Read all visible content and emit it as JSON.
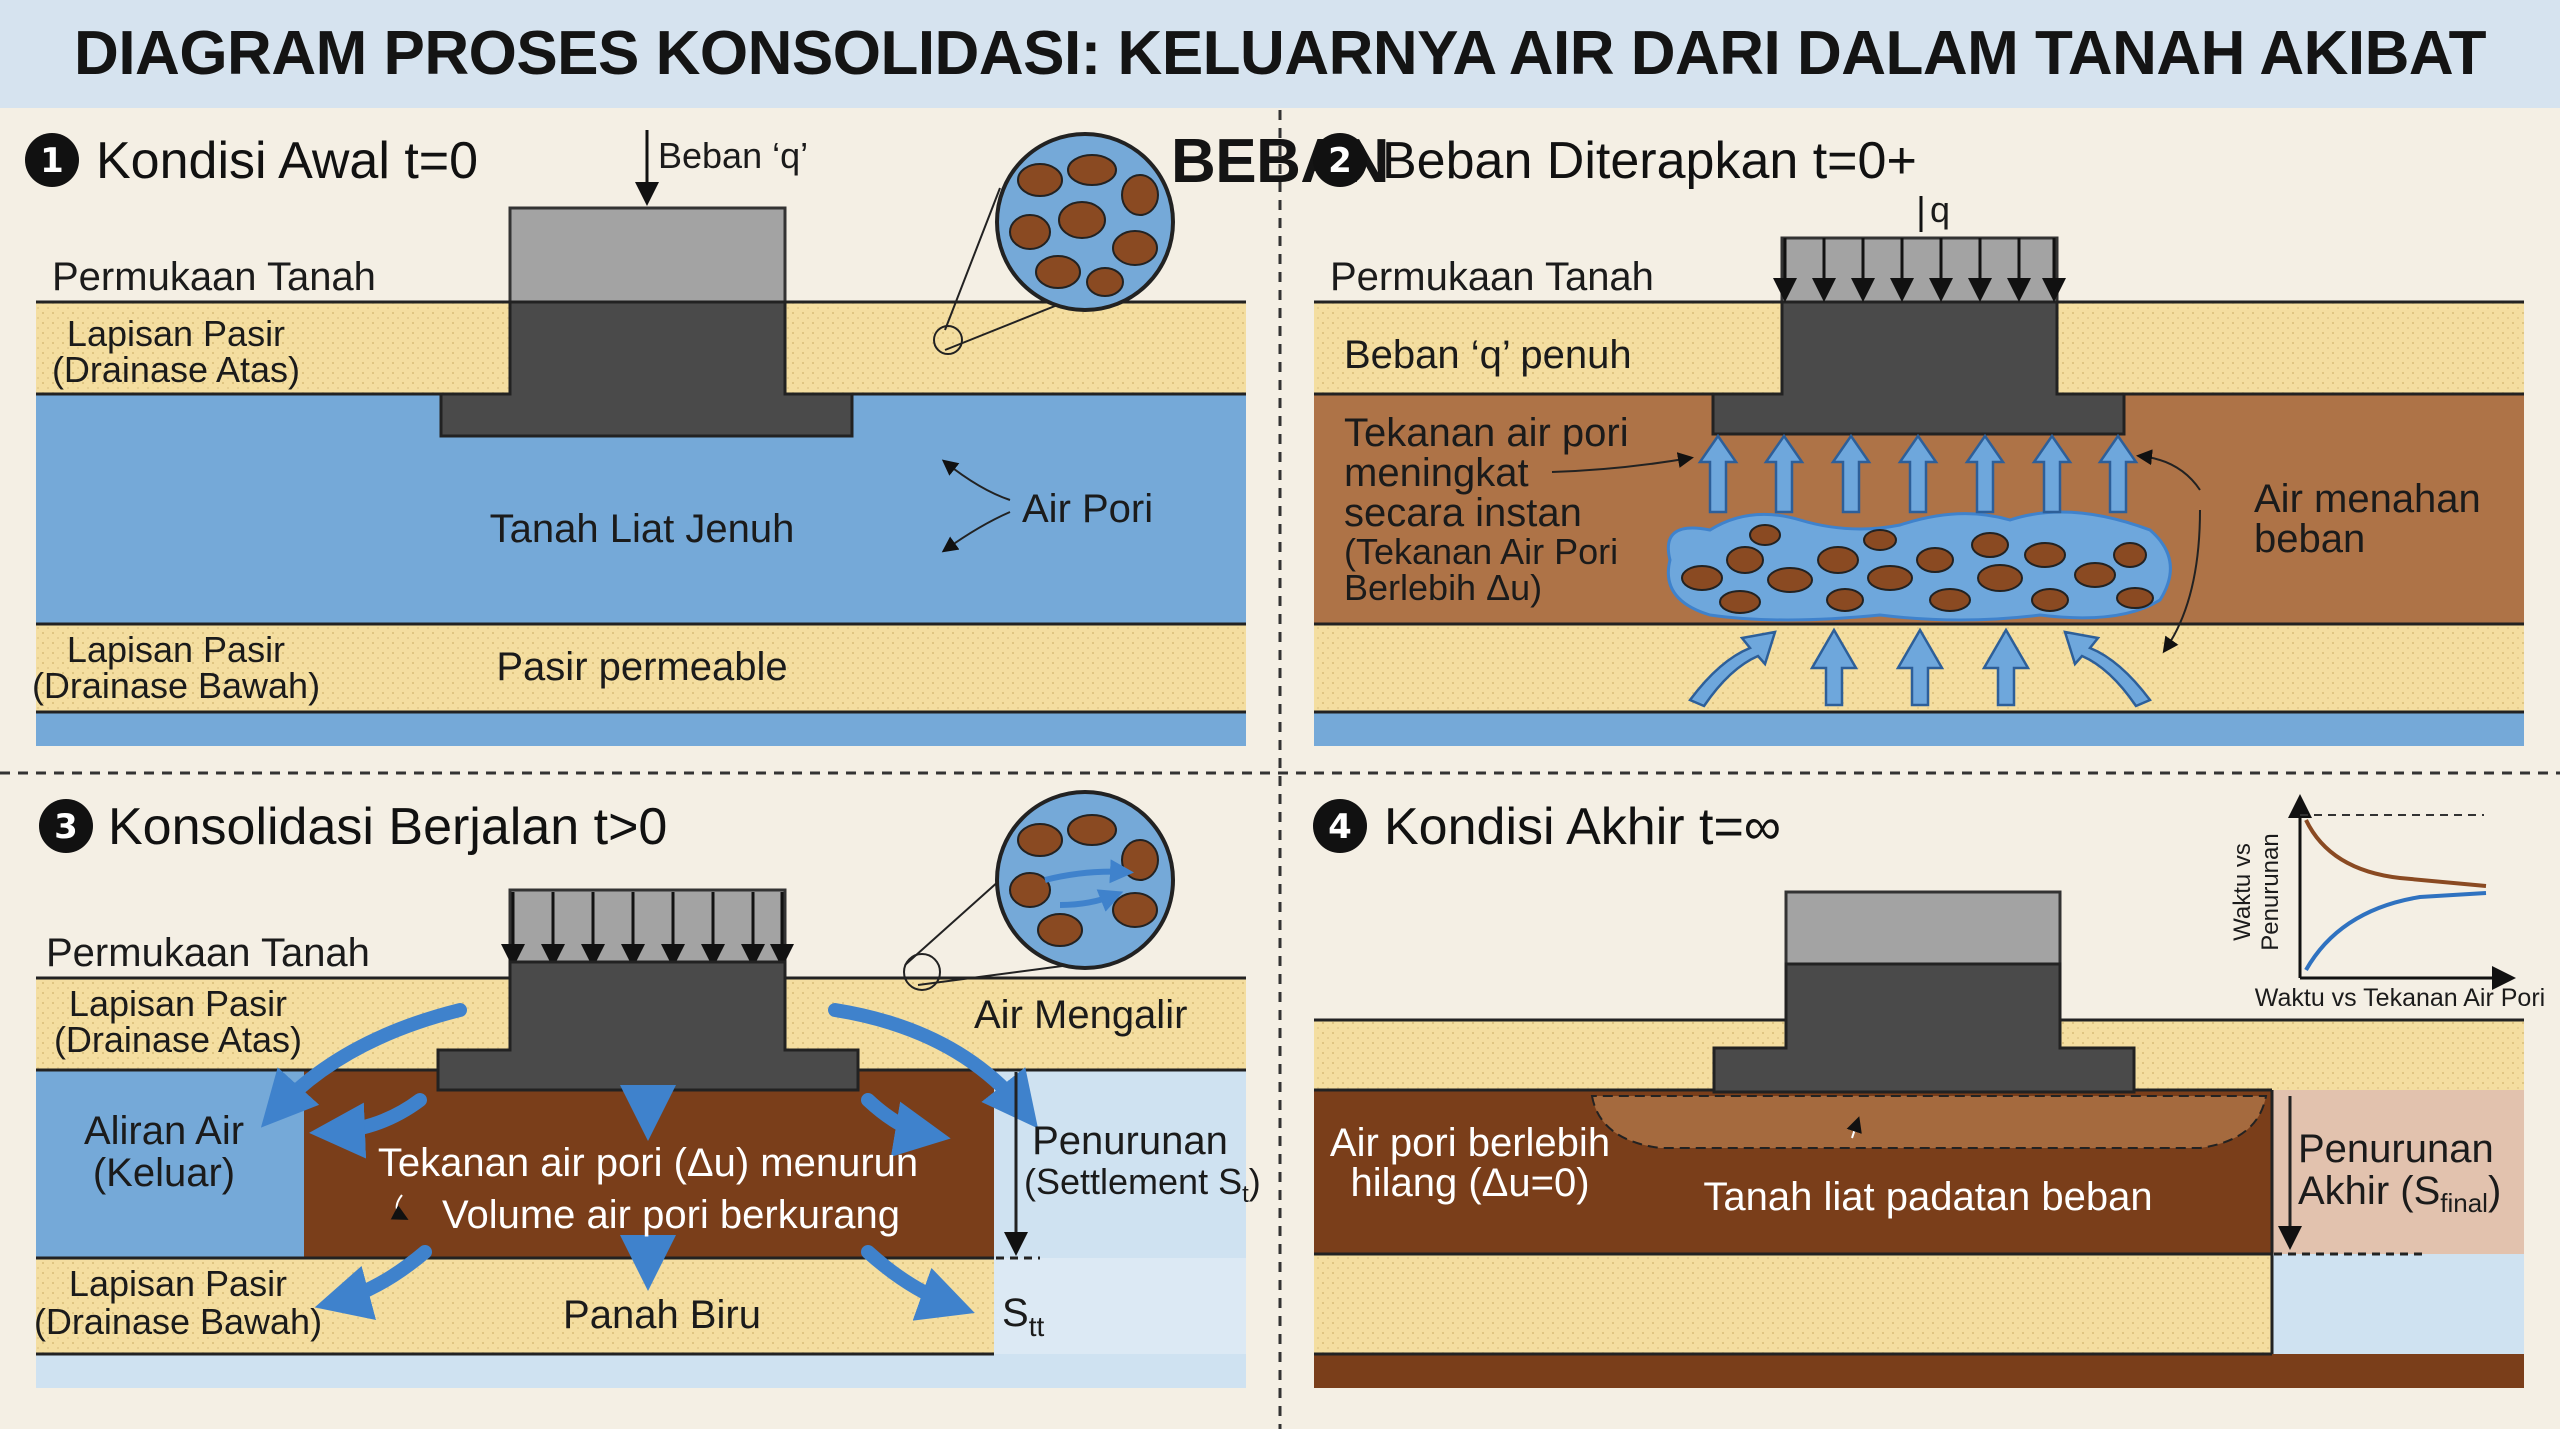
{
  "title": "DIAGRAM PROSES KONSOLIDASI: KELUARNYA AIR DARI DALAM TANAH AKIBAT BEBAN",
  "colors": {
    "sand": "#f4dea0",
    "water_clay": "#75a9d8",
    "brown_clay": "#ae7347",
    "dark_clay": "#7a3e1a",
    "footing": "#4a4a4a",
    "load_block": "#a3a3a3",
    "arrow_blue": "#3f82cc",
    "pale_blue": "#cfe2f1",
    "title_bar": "#d6e3ef"
  },
  "panels": [
    {
      "number": "1",
      "heading": "Kondisi Awal t=0",
      "load_label": "Beban ‘q’",
      "ground_surface": "Permukaan Tanah",
      "top_sand_1": "Lapisan Pasir",
      "top_sand_2": "(Drainase Atas)",
      "clay": "Tanah Liat Jenuh",
      "pore_water": "Air Pori",
      "bottom_sand_1": "Lapisan Pasir",
      "bottom_sand_2": "(Drainase Bawah)",
      "permeable": "Pasir permeable"
    },
    {
      "number": "2",
      "heading": "Beban Diterapkan t=0+",
      "load_label": "q",
      "ground_surface": "Permukaan Tanah",
      "full_load": "Beban ‘q’ penuh",
      "pressure_1": "Tekanan air pori",
      "pressure_2": "meningkat",
      "pressure_3": "secara instan",
      "pressure_4": "(Tekanan Air Pori",
      "pressure_5": "Berlebih Δu)",
      "water_holds_1": "Air menahan",
      "water_holds_2": "beban"
    },
    {
      "number": "3",
      "heading": "Konsolidasi Berjalan t>0",
      "ground_surface": "Permukaan Tanah",
      "top_sand_1": "Lapisan Pasir",
      "top_sand_2": "(Drainase Atas)",
      "water_flows": "Air Mengalir",
      "outflow_1": "Aliran Air",
      "outflow_2": "(Keluar)",
      "pressure_down": "Tekanan air pori (Δu) menurun",
      "volume_down": "Volume air pori berkurang",
      "settlement_1": "Penurunan",
      "settlement_2": "(Settlement S",
      "settlement_sub": "t",
      "bottom_sand_1": "Lapisan Pasir",
      "bottom_sand_2": "(Drainase Bawah)",
      "blue_arrow": "Panah Biru",
      "stt_main": "S",
      "stt_sub": "tt"
    },
    {
      "number": "4",
      "heading": "Kondisi Akhir t=∞",
      "graph_ylabel_1": "Waktu vs",
      "graph_ylabel_2": "Penurunan",
      "graph_xlabel": "Waktu vs Tekanan Air Pori",
      "excess_1": "Air pori berlebih",
      "excess_2": "hilang (Δu=0)",
      "consolidated": "Tanah liat padatan beban",
      "final_1": "Penurunan",
      "final_2": "Akhir (S",
      "final_sub": "final",
      "final_close": ")"
    }
  ]
}
